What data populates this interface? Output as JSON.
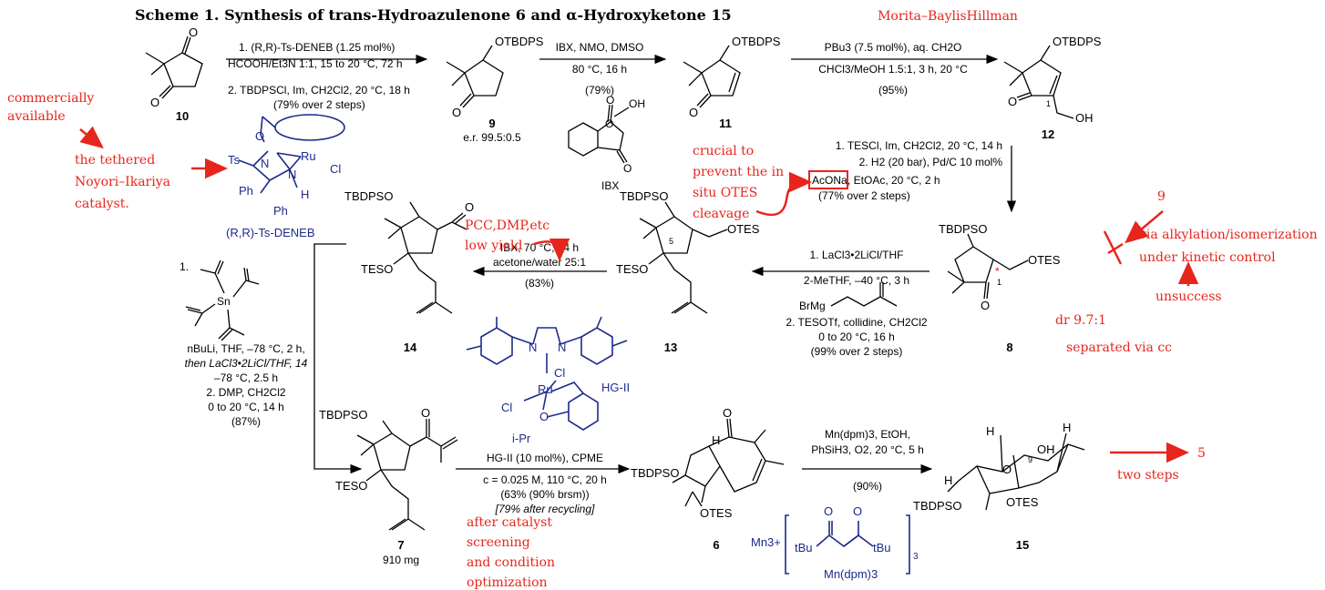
{
  "title": "Scheme 1. Synthesis of trans-Hydroazulenone 6 and α-Hydroxyketone 15",
  "compounds": {
    "c10": "10",
    "c9": "9",
    "c9_er": "e.r. 99.5:0.5",
    "c11": "11",
    "c12": "12",
    "c8": "8",
    "c13": "13",
    "c14": "14",
    "c7": "7",
    "c7_mass": "910 mg",
    "c6": "6",
    "c15": "15"
  },
  "atoms": {
    "otbdps": "OTBDPS",
    "tbdpso": "TBDPSO",
    "otes": "OTES",
    "teso": "TESO",
    "oh": "OH",
    "o": "O",
    "h": "H",
    "ibx": "IBX",
    "ts": "Ts",
    "n": "N",
    "ru": "Ru",
    "cl": "Cl",
    "ph": "Ph",
    "sn": "Sn",
    "brmg": "BrMg",
    "iPr": "i-Pr",
    "hgii": "HG-II",
    "mn3": "Mn3+",
    "tbu": "tBu",
    "mndpm": "Mn(dpm)3",
    "deneb": "(R,R)-Ts-DENEB",
    "loc1": "1",
    "loc5": "5",
    "loc9": "9",
    "sub3": "3"
  },
  "steps": {
    "s1": [
      "1. (R,R)-Ts-DENEB (1.25 mol%)",
      "HCOOH/Et3N 1:1, 15 to 20 °C, 72 h",
      "2. TBDPSCl, Im, CH2Cl2, 20 °C, 18 h",
      "(79% over 2 steps)"
    ],
    "s2": [
      "IBX, NMO, DMSO",
      "80 °C, 16 h",
      "(79%)"
    ],
    "s3": [
      "PBu3 (7.5 mol%), aq. CH2O",
      "CHCl3/MeOH 1.5:1, 3 h, 20 °C",
      "(95%)"
    ],
    "s4": [
      "1. TESCl, Im, CH2Cl2, 20 °C, 14 h",
      "2. H2 (20 bar), Pd/C 10 mol%",
      "AcONa",
      ", EtOAc, 20 °C, 2 h",
      "(77% over 2 steps)"
    ],
    "s5": [
      "1. LaCl3•2LiCl/THF",
      "2-MeTHF, –40 °C, 3 h",
      "2. TESOTf, collidine, CH2Cl2",
      "0 to 20 °C, 16 h",
      "(99% over 2 steps)"
    ],
    "s6": [
      "IBX, 70 °C, 14 h",
      "acetone/water 25:1",
      "(83%)"
    ],
    "s7": [
      "1.",
      "nBuLi, THF, –78 °C, 2 h,",
      "then LaCl3•2LiCl/THF, 14",
      "–78 °C, 2.5 h",
      "2. DMP, CH2Cl2",
      "0 to 20 °C, 14 h",
      "(87%)"
    ],
    "s8": [
      "HG-II (10 mol%), CPME",
      "c = 0.025 M, 110 °C, 20 h",
      "(63% (90% brsm))",
      "[79% after recycling]"
    ],
    "s9": [
      "Mn(dpm)3, EtOH,",
      "PhSiH3, O2, 20 °C, 5 h",
      "(90%)"
    ]
  },
  "notes": {
    "mbh": "Morita–BaylisHillman",
    "commercial": [
      "commercially",
      "available"
    ],
    "tethered": [
      "the tethered",
      "Noyori–Ikariya",
      "catalyst."
    ],
    "crucial": [
      "crucial to",
      "prevent the in",
      "situ OTES",
      "cleavage"
    ],
    "pcc": [
      "PCC,DMP,etc",
      "low yield"
    ],
    "nine": "9",
    "alkyl": [
      "via alkylation/isomerization",
      "under kinetic control"
    ],
    "unsuccess": "unsuccess",
    "dr": "dr 9.7:1",
    "sep": "separated via cc",
    "screening": [
      "after catalyst",
      "screening",
      "and condition",
      "optimization"
    ],
    "five": "5",
    "twosteps": "two steps"
  },
  "colors": {
    "annotation": "#e8251c",
    "catalyst": "#1c2b8c"
  }
}
